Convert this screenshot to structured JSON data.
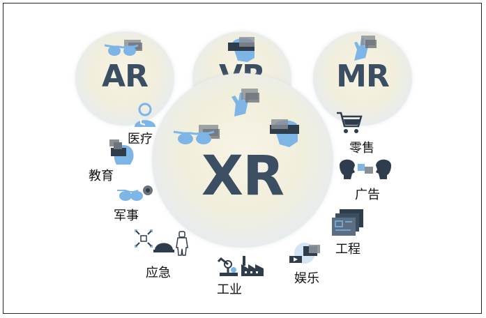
{
  "diagram": {
    "circles": {
      "ar": "AR",
      "vr": "VR",
      "mr": "MR",
      "xr": "XR"
    },
    "categories": [
      {
        "id": "medical",
        "label": "医疗"
      },
      {
        "id": "education",
        "label": "教育"
      },
      {
        "id": "military",
        "label": "军事"
      },
      {
        "id": "emergency",
        "label": "应急"
      },
      {
        "id": "industry",
        "label": "工业"
      },
      {
        "id": "entertainment",
        "label": "娱乐"
      },
      {
        "id": "engineering",
        "label": "工程"
      },
      {
        "id": "advertising",
        "label": "广告"
      },
      {
        "id": "retail",
        "label": "零售"
      }
    ],
    "colors": {
      "label_dark": "#3b4e62",
      "icon_blue": "#7db5e6",
      "icon_gray": "#8a8f96",
      "icon_dark": "#2e3c4b"
    }
  }
}
